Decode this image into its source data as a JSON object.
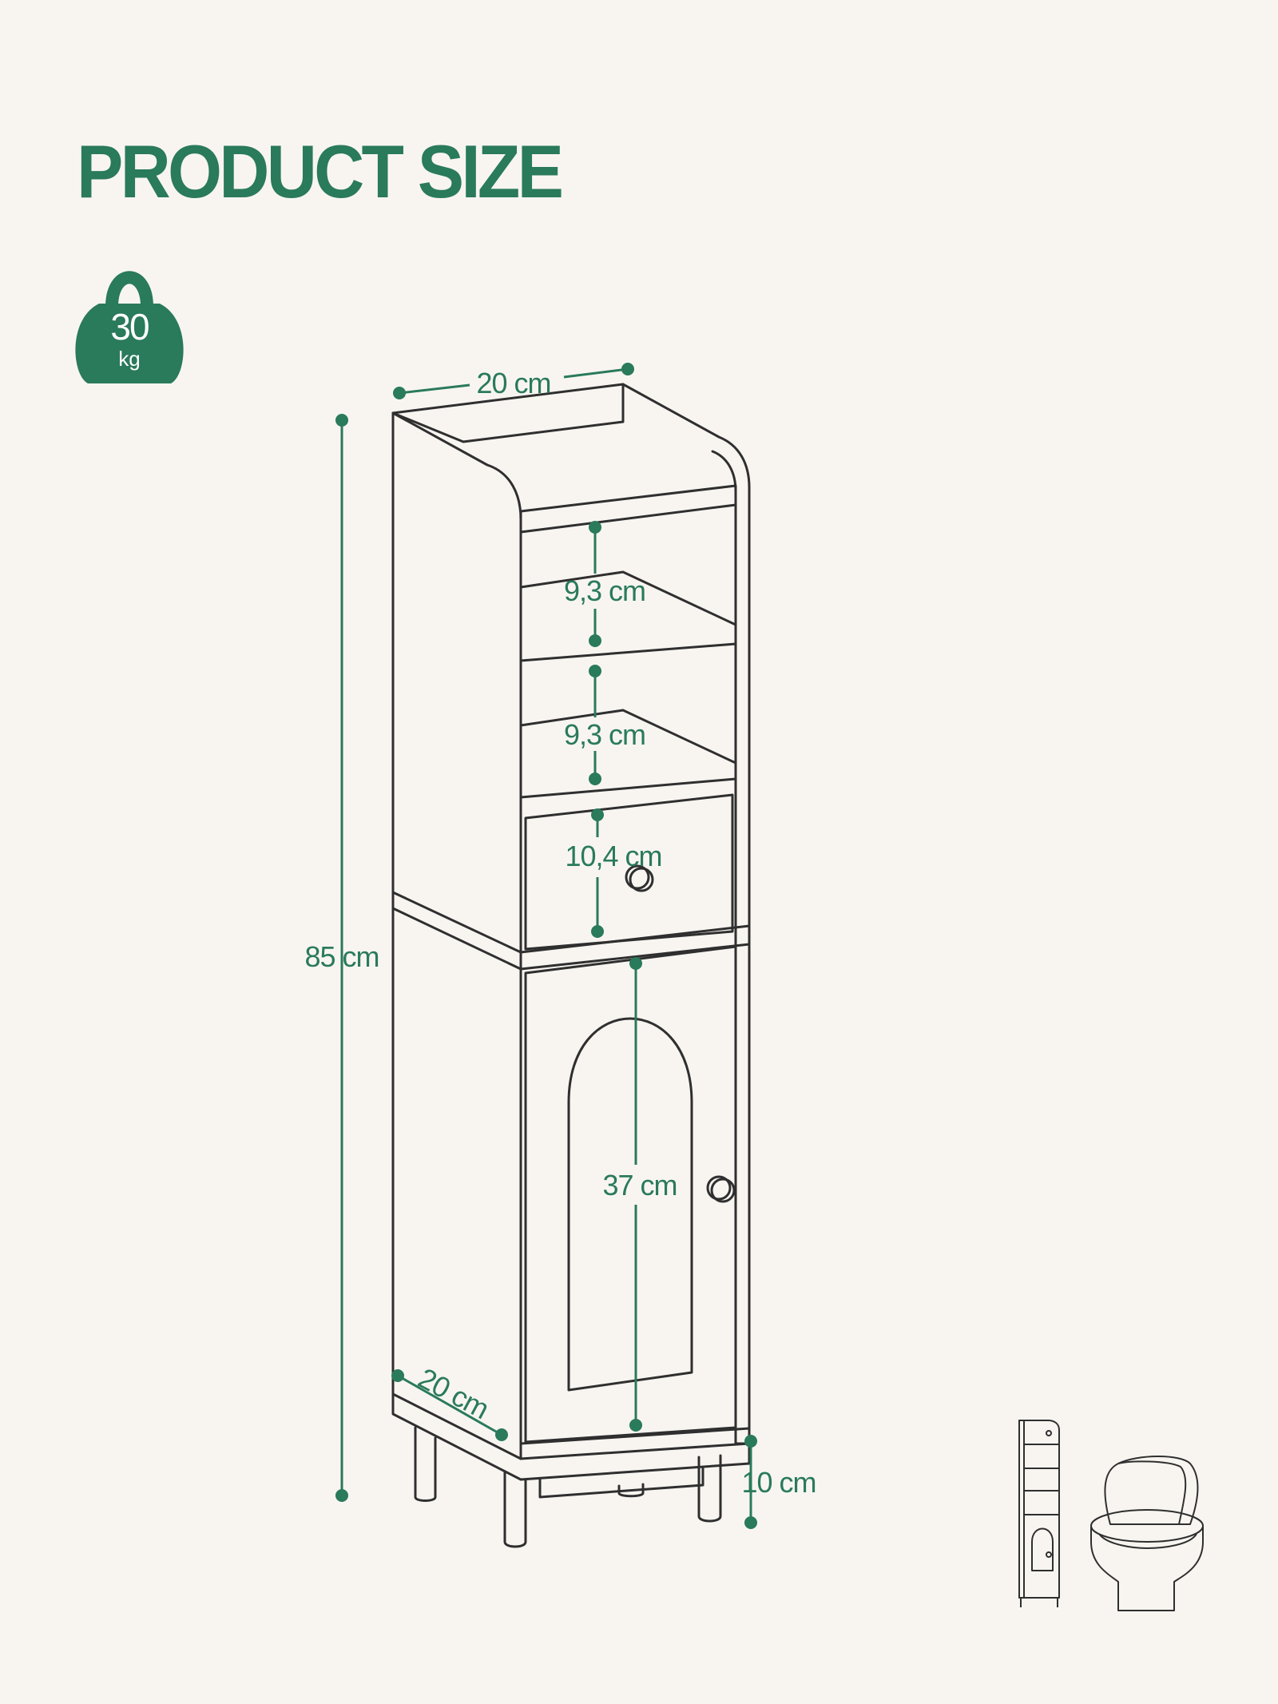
{
  "title": "PRODUCT SIZE",
  "weight_badge": {
    "value": "30",
    "unit": "kg",
    "icon": "kettlebell-icon"
  },
  "dimensions": {
    "top_width": "20 cm",
    "total_height": "85 cm",
    "shelf_1_height": "9,3 cm",
    "shelf_2_height": "9,3 cm",
    "drawer_height": "10,4 cm",
    "cabinet_height": "37 cm",
    "depth": "20 cm",
    "leg_height": "10 cm"
  },
  "illustration": {
    "subject": "cabinet-icon",
    "scale_reference": "toilet-icon"
  },
  "colors": {
    "accent": "#2a7a5c",
    "line": "#2f2f2f",
    "background": "#f8f5f1"
  }
}
